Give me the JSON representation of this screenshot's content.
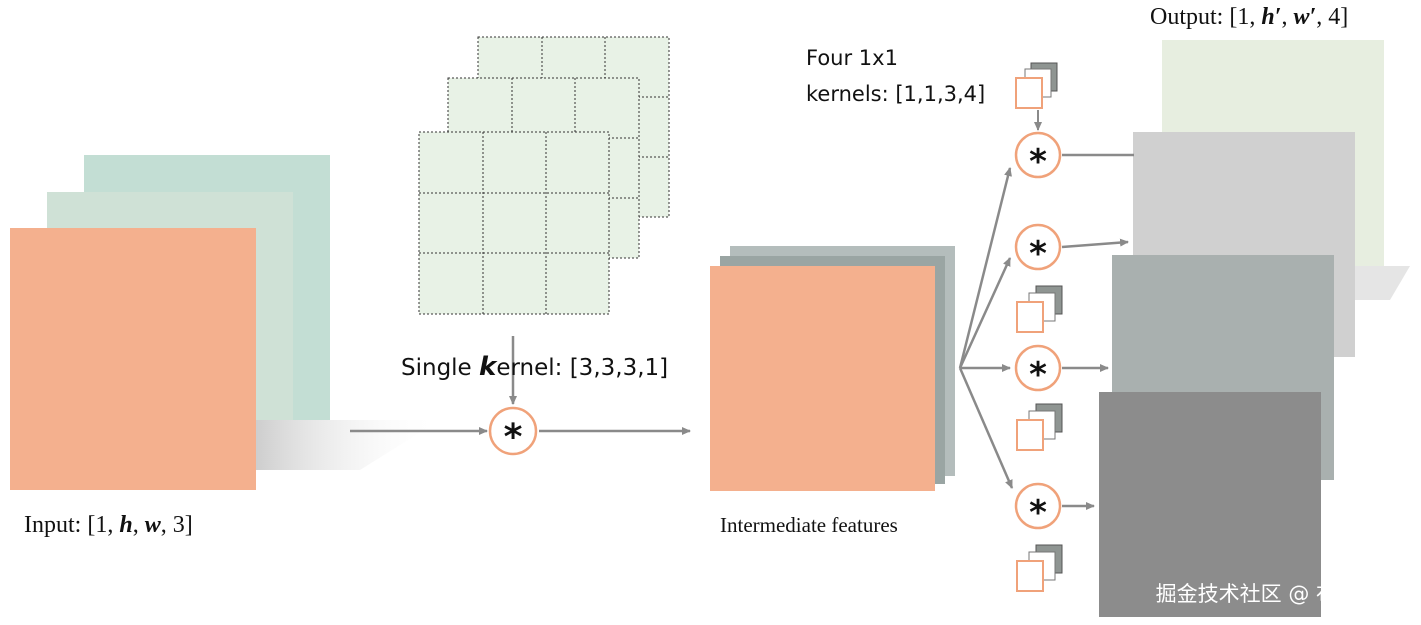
{
  "colors": {
    "input_front": "#f4b08e",
    "input_mid": "#c8ddd0",
    "input_back": "#c3ded4",
    "kernel_fill": "#e8f2e6",
    "kernel_grid": "#333333",
    "intermediate_front": "#f4b08e",
    "intermediate_back": "#9aa5a3",
    "arrow": "#8a8a8a",
    "conv_ring": "#f0a27a",
    "output_back": "#e7eee0",
    "output_2": "#d0d0d0",
    "output_3": "#a8aeae",
    "output_4": "#8a8a8a",
    "watermark": "#ffffff"
  },
  "icons": {
    "conv_operator": "asterisk",
    "kernel_cube": "cube-stack-icon"
  },
  "labels": {
    "input": {
      "prefix": "Input: [1, ",
      "h": "h",
      "sep1": ", ",
      "w": "w",
      "suffix": ", 3]"
    },
    "kernel": {
      "prefix": "Single ",
      "k": "k",
      "suffix": "ernel: [3,3,3,1]"
    },
    "intermediate": "Intermediate features",
    "four_kernels_line1": "Four 1x1",
    "four_kernels_line2": "kernels: [1,1,3,4]",
    "output": {
      "prefix": "Output: [1, ",
      "h": "h′",
      "sep1": ", ",
      "w": "w′",
      "suffix": ", 4]"
    },
    "conv_symbol": "*",
    "watermark": "掘金技术社区 @ 布客飞龙"
  }
}
